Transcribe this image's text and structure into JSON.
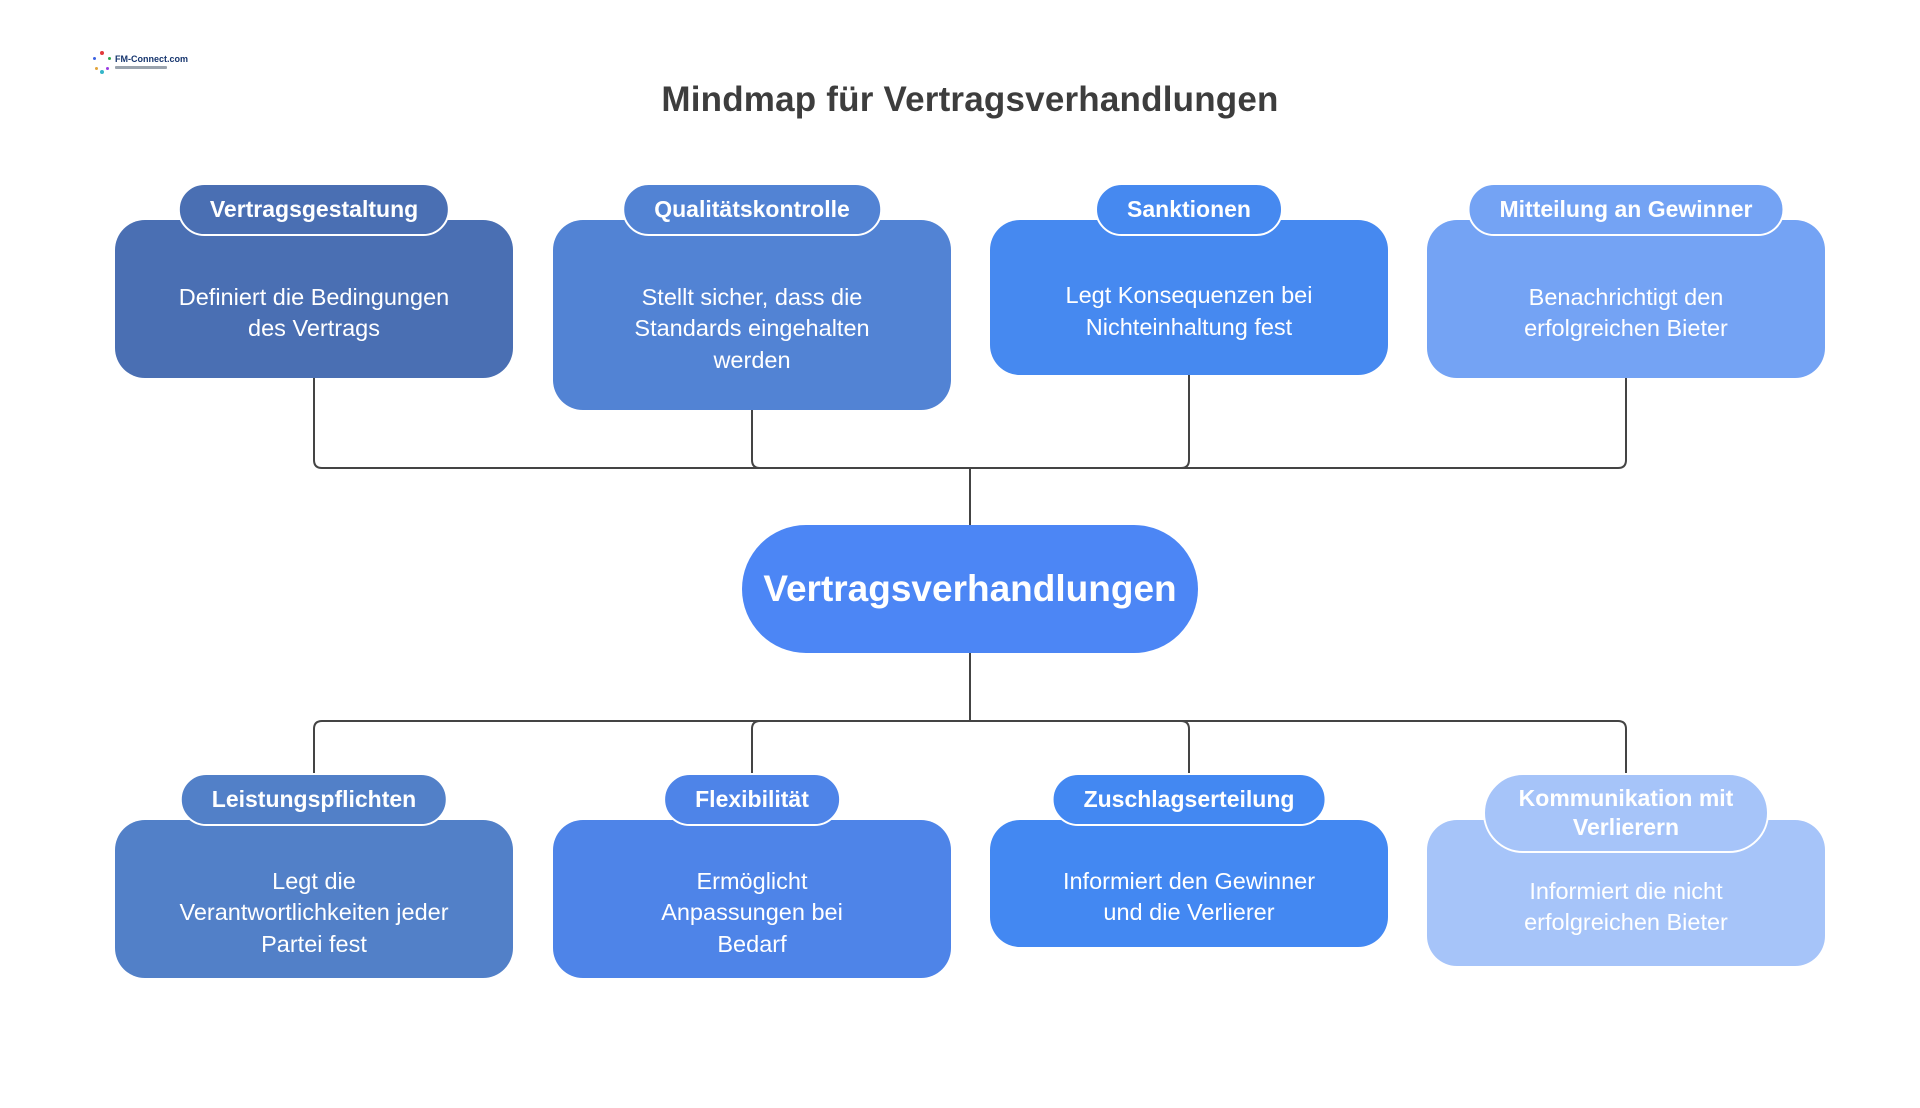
{
  "page": {
    "title": "Mindmap für Vertragsverhandlungen",
    "background_color": "#ffffff",
    "connector_color": "#444444"
  },
  "logo": {
    "name": "FM-Connect.com",
    "icon": "atom-dots-icon"
  },
  "center": {
    "label": "Vertragsverhandlungen",
    "color": "#4c86f5"
  },
  "top_nodes": [
    {
      "title": "Vertragsgestaltung",
      "description": "Definiert die Bedingungen des Vertrags",
      "color": "#4a6fb3"
    },
    {
      "title": "Qualitätskontrolle",
      "description": "Stellt sicher, dass die Standards eingehalten werden",
      "color": "#5283d4"
    },
    {
      "title": "Sanktionen",
      "description": "Legt Konsequenzen bei Nichteinhaltung fest",
      "color": "#4689f0"
    },
    {
      "title": "Mitteilung an Gewinner",
      "description": "Benachrichtigt den erfolgreichen Bieter",
      "color": "#74a3f4"
    }
  ],
  "bottom_nodes": [
    {
      "title": "Leistungspflichten",
      "description": "Legt die Verantwortlichkeiten jeder Partei fest",
      "color": "#5280c8"
    },
    {
      "title": "Flexibilität",
      "description": "Ermöglicht Anpassungen bei Bedarf",
      "color": "#4e84e8"
    },
    {
      "title": "Zuschlagserteilung",
      "description": "Informiert den Gewinner und die Verlierer",
      "color": "#4388f2"
    },
    {
      "title": "Kommunikation mit Verlierern",
      "description": "Informiert die nicht erfolgreichen Bieter",
      "color": "#a6c4f9"
    }
  ]
}
